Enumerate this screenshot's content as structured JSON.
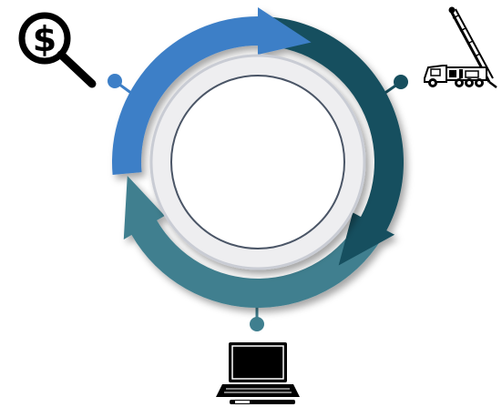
{
  "diagram": {
    "segments": [
      {
        "id": "cost",
        "color": "#3d7fc7",
        "icon": "magnifier-dollar-icon",
        "glyph": "$"
      },
      {
        "id": "drilling",
        "color": "#174f5e",
        "icon": "drill-rig-truck-icon"
      },
      {
        "id": "analysis",
        "color": "#3f7f8f",
        "icon": "laptop-icon"
      }
    ],
    "colors": {
      "inner_ring": "#eeeef0",
      "inner_ring_edge": "#c9ccd4",
      "connector_cost": "#3d7fc7",
      "connector_drilling": "#174f5e",
      "connector_analysis": "#3f7f8f"
    }
  }
}
